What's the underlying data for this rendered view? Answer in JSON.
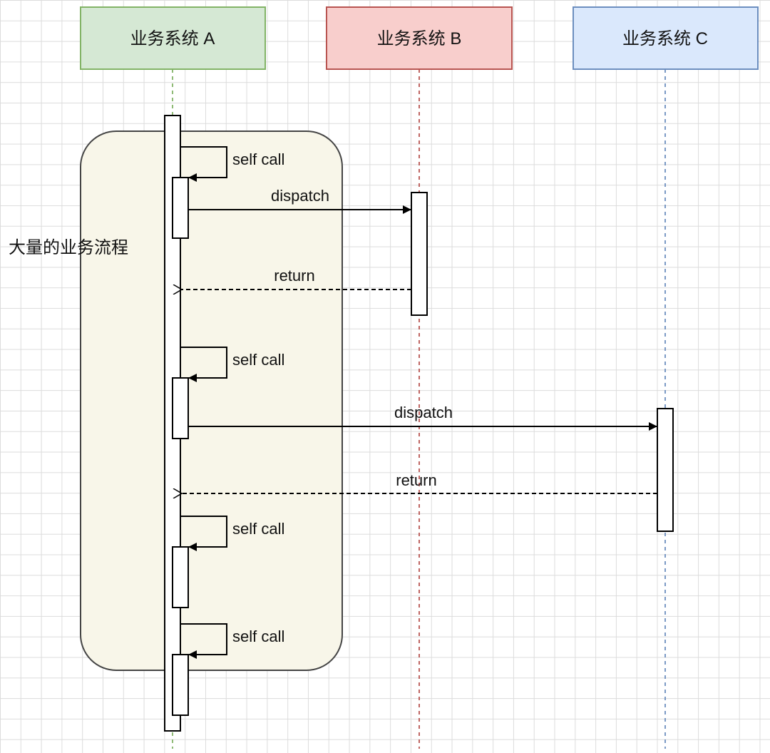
{
  "participants": [
    {
      "id": "A",
      "label": "业务系统 A",
      "fill": "#d5e8d4",
      "stroke": "#82b366"
    },
    {
      "id": "B",
      "label": "业务系统 B",
      "fill": "#f8cecc",
      "stroke": "#b85450"
    },
    {
      "id": "C",
      "label": "业务系统 C",
      "fill": "#dae8fc",
      "stroke": "#6c8ebf"
    }
  ],
  "group": {
    "label": "大量的业务流程",
    "fill": "#f8f6e9",
    "stroke": "#444444"
  },
  "messages": [
    {
      "label": "self call",
      "kind": "self"
    },
    {
      "label": "dispatch",
      "kind": "call",
      "from": "A",
      "to": "B"
    },
    {
      "label": "return",
      "kind": "return",
      "from": "B",
      "to": "A"
    },
    {
      "label": "self call",
      "kind": "self"
    },
    {
      "label": "dispatch",
      "kind": "call",
      "from": "A",
      "to": "C"
    },
    {
      "label": "return",
      "kind": "return",
      "from": "C",
      "to": "A"
    },
    {
      "label": "self call",
      "kind": "self"
    },
    {
      "label": "self call",
      "kind": "self"
    }
  ]
}
